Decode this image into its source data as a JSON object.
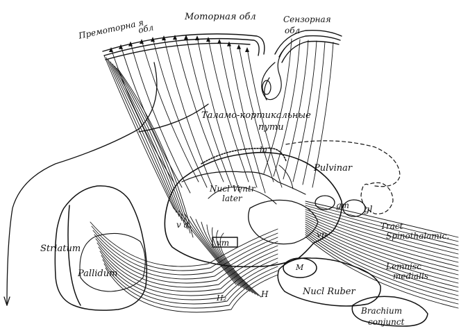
{
  "labels": {
    "premotor_line1": "Премоторна я",
    "premotor_line2": "обл",
    "motor": "Моторная обл",
    "sensory_line1": "Сензорная",
    "sensory_line2": "обл",
    "thalamo_line1": "Таламо-кортикальные",
    "thalamo_line2": "пути",
    "la": "la",
    "pulvinar": "Pulvinar",
    "nucl_ventr": "Nucl  Ventr",
    "later": "later",
    "va": "v a",
    "vm": "vm",
    "gm": "gm",
    "gl": "gl",
    "vp": "vp",
    "striatum": "Striatum",
    "pallidum": "Pallidum",
    "m": "M",
    "h": "H",
    "h2": "H₂",
    "nucl_ruber": "Nucl  Ruber",
    "tract_line1": "Tract",
    "tract_line2": "Spinothalamic.",
    "lemnisc_line1": "Lemnisc",
    "lemnisc_line2": "medialis",
    "brachium_line1": "Brachium",
    "brachium_line2": "conjunct"
  },
  "colors": {
    "ink": "#111111",
    "paper": "#ffffff"
  }
}
